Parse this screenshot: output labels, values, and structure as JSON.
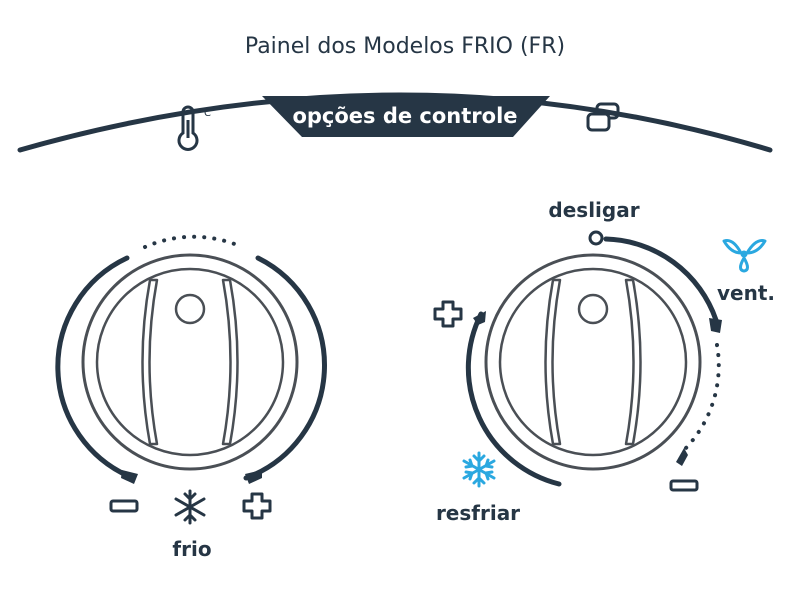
{
  "title": "Painel dos Modelos FRIO (FR)",
  "header": {
    "label": "opções de controle",
    "left_icon": "thermometer-celsius-icon",
    "left_icon_unit": "°C",
    "right_icon": "stacked-rectangles-icon"
  },
  "thermostat_knob": {
    "label": "frio",
    "minus_icon": "minus-icon",
    "plus_icon": "plus-icon",
    "center_icon": "snowflake-icon"
  },
  "mode_knob": {
    "off_label": "desligar",
    "fan_label": "vent.",
    "cool_label": "resfriar",
    "fan_icon": "fan-icon",
    "cool_icon": "snowflake-icon",
    "plus_icon": "plus-icon",
    "minus_icon": "minus-icon"
  },
  "colors": {
    "dark": "#263645",
    "accent_blue": "#2aa8e0",
    "knob_stroke": "#4a4f55",
    "background": "#ffffff"
  }
}
